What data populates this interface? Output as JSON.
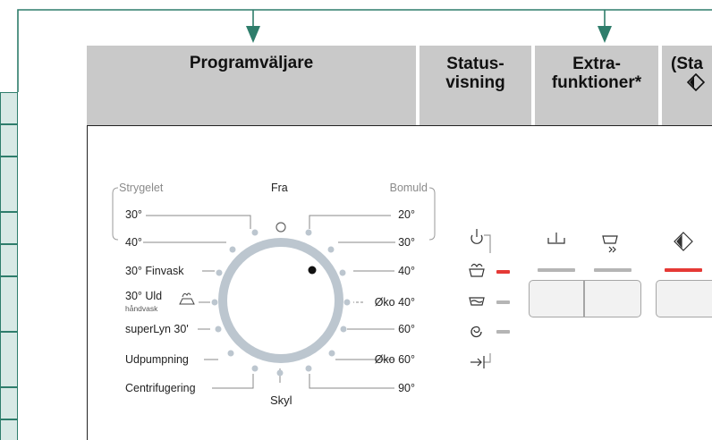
{
  "headers": {
    "program_selector": "Programväljare",
    "status_line1": "Status-",
    "status_line2": "visning",
    "extra_line1": "Extra-",
    "extra_line2": "funktioner*",
    "start_partial": "(Sta"
  },
  "dial": {
    "top_label": "Fra",
    "bottom_label": "Skyl",
    "left_group": "Strygelet",
    "right_group": "Bomuld",
    "left_programs": [
      "30°",
      "40°",
      "30° Finvask",
      "30° Uld",
      "superLyn 30'",
      "Udpumpning",
      "Centrifugering"
    ],
    "left_sublabel": "håndvask",
    "right_programs": [
      "20°",
      "30°",
      "40°",
      "Øko 40°",
      "60°",
      "Øko 60°",
      "90°"
    ]
  },
  "status_icons": [
    "power-icon",
    "wash-tub-icon",
    "rinse-icon",
    "spin-icon",
    "end-arrow-icon"
  ],
  "function_icons": [
    "temperature-icon",
    "prewash-icon",
    "start-pause-icon"
  ],
  "colors": {
    "frame_teal": "#2e7d6b",
    "header_gray": "#c9c9c9",
    "led_red": "#e53935",
    "led_gray": "#b5b5b5",
    "dial_ring": "#bcc6cf"
  }
}
